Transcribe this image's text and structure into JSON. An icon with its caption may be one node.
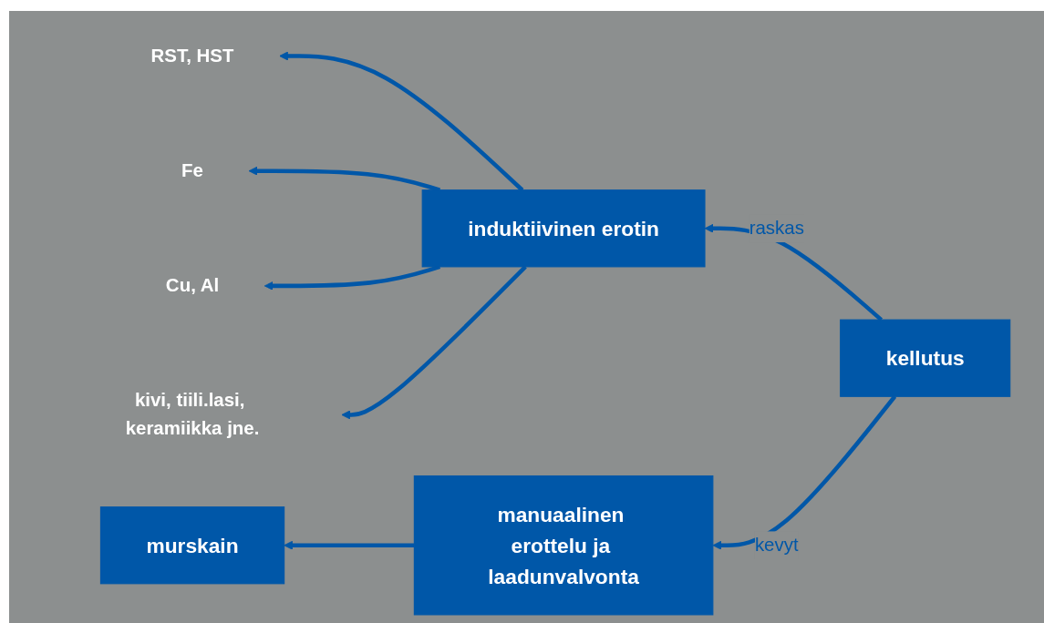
{
  "diagram": {
    "nodes": [
      {
        "text": [
          "RST, HST"
        ]
      },
      {
        "text": [
          "Fe"
        ]
      },
      {
        "text": [
          "Cu, Al"
        ]
      },
      {
        "text": [
          "kivi, tiili.lasi, keramiikka jne."
        ]
      },
      {
        "text": [
          "induktiivinen erotin"
        ]
      },
      {
        "text": [
          "manuaalinen erottelu ja laadunvalvonta"
        ]
      },
      {
        "text": [
          "kellutus"
        ]
      },
      {
        "text": [
          "murskain"
        ]
      }
    ],
    "edges": [
      {
        "from": 4,
        "to": 0,
        "arrow": "to"
      },
      {
        "from": 4,
        "to": 1,
        "arrow": "to"
      },
      {
        "from": 4,
        "to": 2,
        "arrow": "to"
      },
      {
        "from": 4,
        "to": 3,
        "arrow": "to"
      },
      {
        "from": 6,
        "to": 4,
        "label": "raskas",
        "arrow": "to"
      },
      {
        "from": 6,
        "to": 5,
        "label": "kevyt",
        "arrow": "to"
      },
      {
        "from": 5,
        "to": 7,
        "arrow": "to"
      }
    ]
  }
}
